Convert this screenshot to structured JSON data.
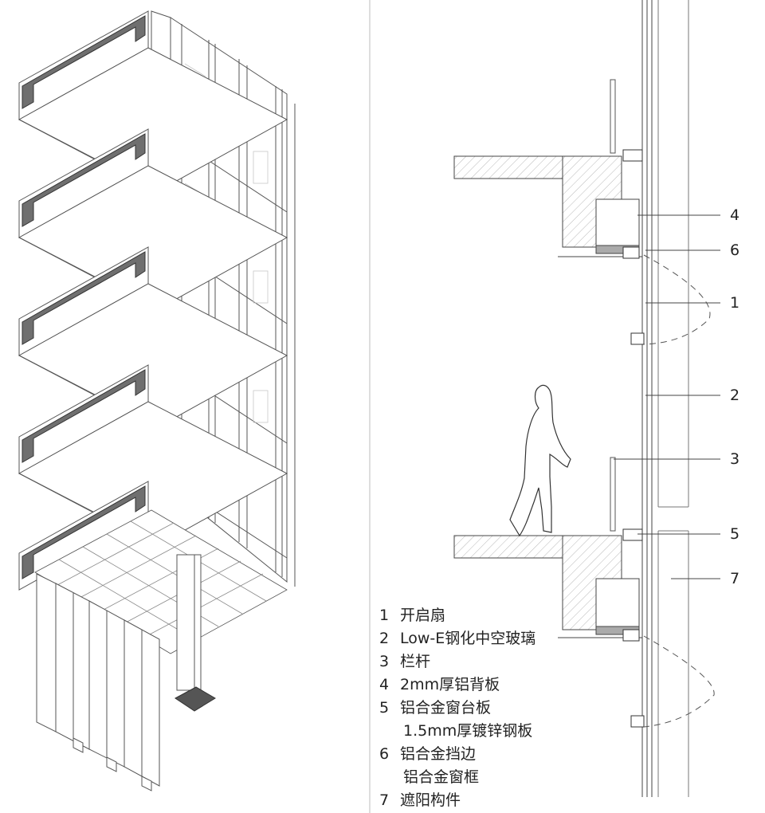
{
  "diagram": {
    "callouts": [
      {
        "id": "4",
        "text": "4"
      },
      {
        "id": "6",
        "text": "6"
      },
      {
        "id": "1",
        "text": "1"
      },
      {
        "id": "2",
        "text": "2"
      },
      {
        "id": "3",
        "text": "3"
      },
      {
        "id": "5",
        "text": "5"
      },
      {
        "id": "7",
        "text": "7"
      }
    ],
    "legend": [
      {
        "num": "1",
        "text": "开启扇"
      },
      {
        "num": "2",
        "text": "Low-E钢化中空玻璃"
      },
      {
        "num": "3",
        "text": "栏杆"
      },
      {
        "num": "4",
        "text": "2mm厚铝背板"
      },
      {
        "num": "5",
        "text": "铝合金窗台板"
      },
      {
        "num": "",
        "text": "1.5mm厚镀锌钢板"
      },
      {
        "num": "6",
        "text": "铝合金挡边"
      },
      {
        "num": "",
        "text": "铝合金窗框"
      },
      {
        "num": "7",
        "text": "遮阳构件"
      }
    ]
  }
}
